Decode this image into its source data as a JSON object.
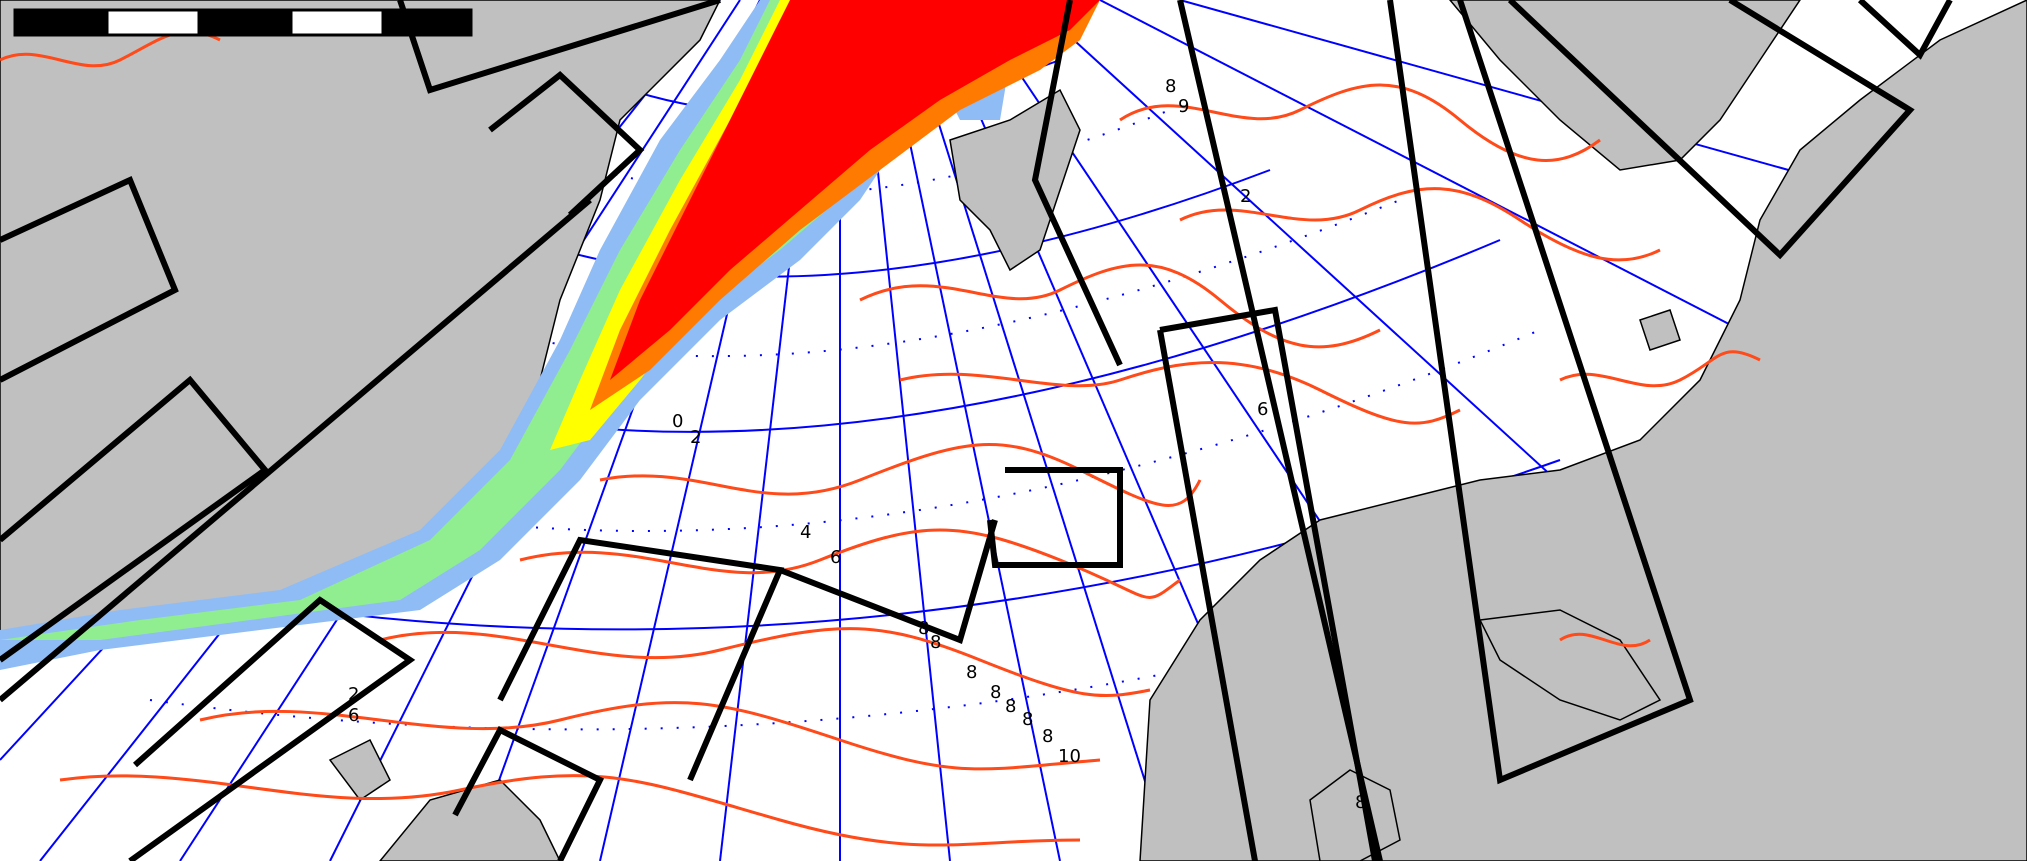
{
  "colors": {
    "land": "#c0c0c0",
    "ocean": "#ffffff",
    "graticule": "#0000ff",
    "contour": "#ff4a1a",
    "box": "#000000",
    "ice_red": "#ff0000",
    "ice_orange": "#ff7a00",
    "ice_yellow": "#ffff00",
    "ice_green": "#90ee90",
    "ice_blue": "#8fbcf5"
  },
  "contour_labels": [
    "0",
    "2",
    "4",
    "6",
    "8",
    "8",
    "8",
    "8",
    "8",
    "8",
    "8",
    "10",
    "2",
    "6",
    "6",
    "8",
    "9",
    "8",
    "2"
  ],
  "scale_bar": {
    "segments": 5
  }
}
